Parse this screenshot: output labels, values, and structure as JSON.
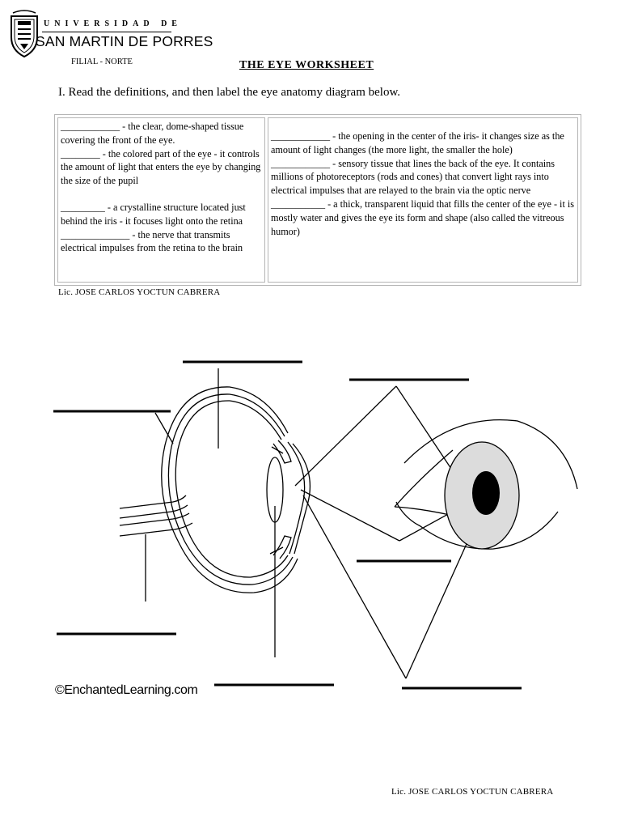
{
  "header": {
    "university_top": "UNIVERSIDAD DE",
    "university_name": "SAN MARTIN DE PORRES",
    "branch": "FILIAL - NORTE",
    "seal_icon": "university-seal-icon"
  },
  "worksheet": {
    "title": "THE EYE WORKSHEET",
    "instruction": "I. Read the definitions, and then label the eye anatomy diagram below."
  },
  "definitions": {
    "left": [
      {
        "blank": "____________",
        "text": " - the clear, dome-shaped tissue covering the front of the eye."
      },
      {
        "blank": "________",
        "text": " - the colored part of the eye - it controls the amount of light that enters the eye by changing the size of the pupil"
      },
      {
        "blank": "_________",
        "text": " - a crystalline structure located just behind the iris - it focuses light onto the retina"
      },
      {
        "blank": "______________",
        "text": " - the nerve that transmits electrical impulses from the retina to the brain"
      }
    ],
    "right": [
      {
        "blank": "____________",
        "text": " - the opening in the center of the iris- it changes size as the amount of light changes (the more light, the smaller the hole)"
      },
      {
        "blank": "____________",
        "text": " - sensory tissue that lines the back of the eye. It contains millions of photoreceptors (rods and cones) that convert light rays into electrical impulses that are relayed to the brain via the optic nerve"
      },
      {
        "blank": "___________",
        "text": " - a thick, transparent liquid that fills the center of the eye - it is mostly water and gives the eye its form and shape (also called the vitreous humor)"
      }
    ]
  },
  "signature": "Lic. JOSE CARLOS YOCTUN CABRERA",
  "diagram": {
    "copyright": "©EnchantedLearning.com",
    "colors": {
      "iris": "#dcdcdc",
      "pupil": "#000000",
      "line": "#000000"
    }
  }
}
